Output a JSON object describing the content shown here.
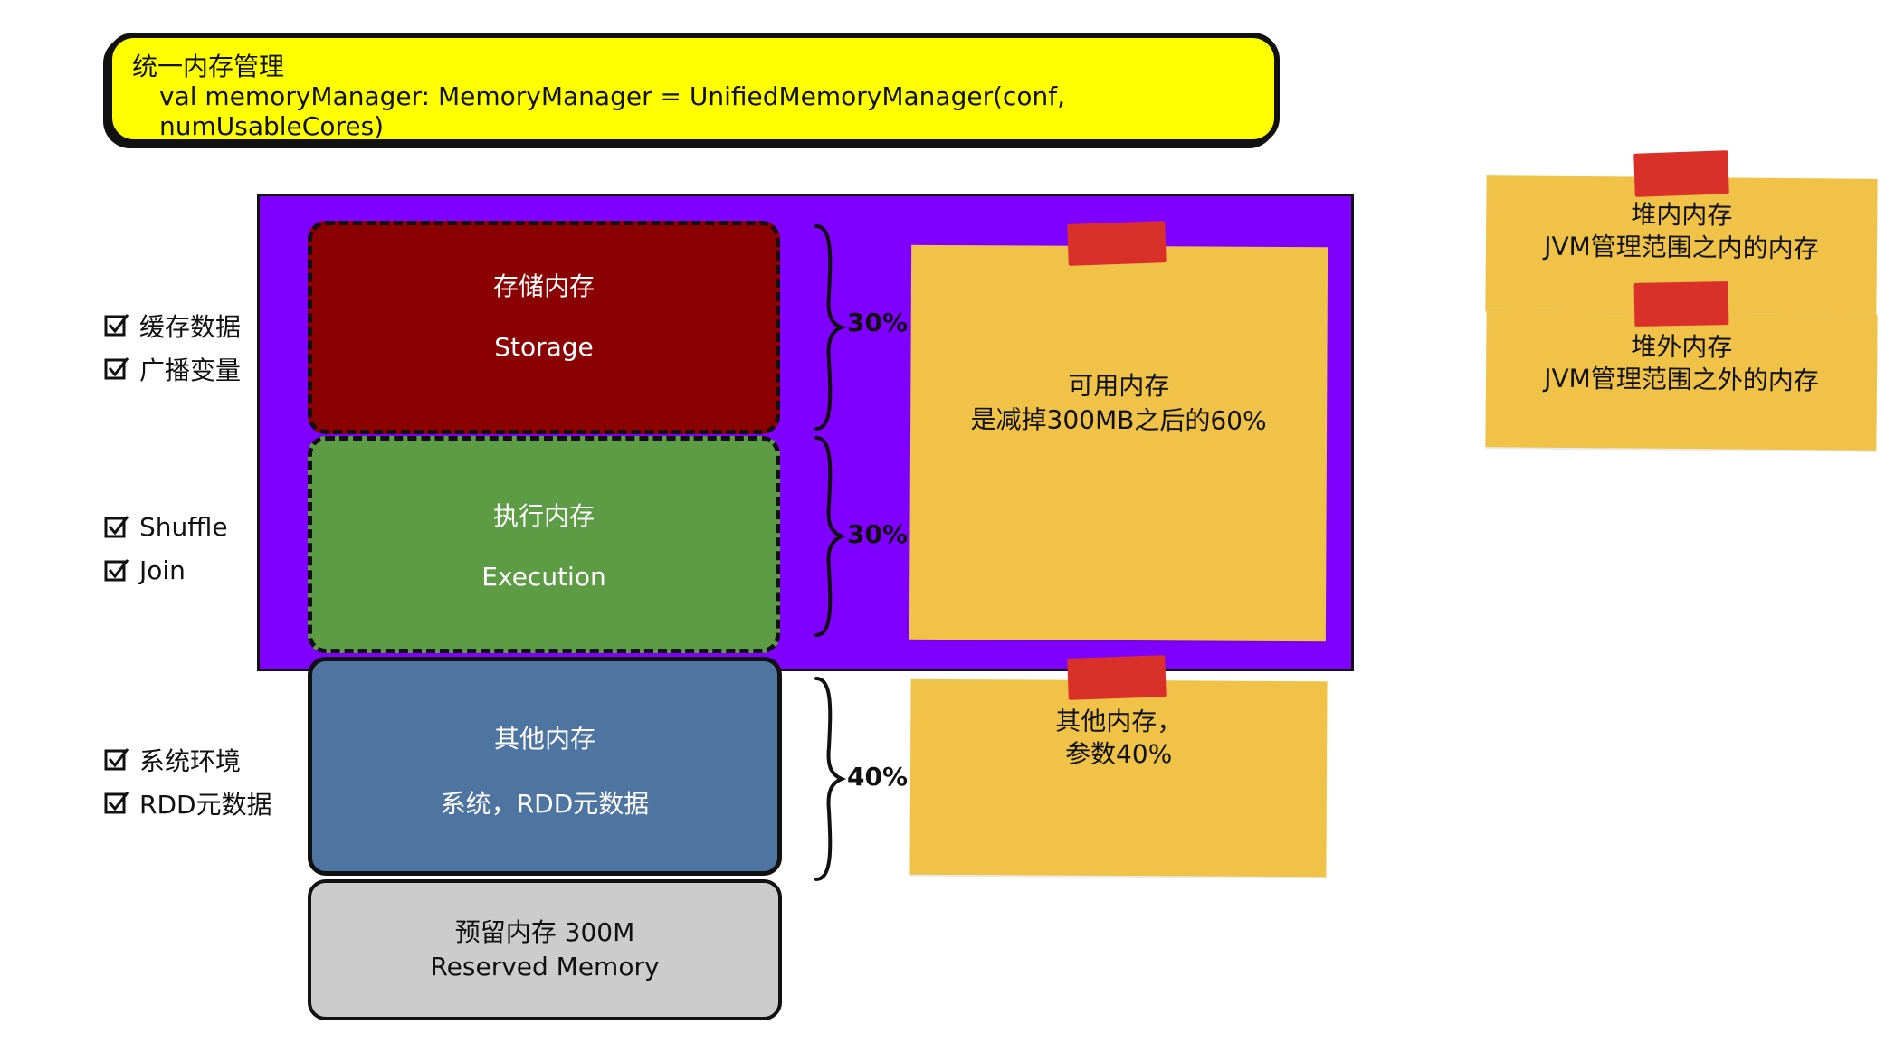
{
  "banner": {
    "title": "统一内存管理",
    "code": "val memoryManager: MemoryManager = UnifiedMemoryManager(conf, numUsableCores)"
  },
  "blocks": {
    "storage": {
      "label_cn": "存储内存",
      "label_en": "Storage"
    },
    "execution": {
      "label_cn": "执行内存",
      "label_en": "Execution"
    },
    "other": {
      "label_cn": "其他内存",
      "label_desc": "系统，RDD元数据"
    },
    "reserved": {
      "label_cn": "预留内存  300M",
      "label_en": "Reserved Memory"
    }
  },
  "percentages": {
    "storage": "30%",
    "execution": "30%",
    "other": "40%"
  },
  "notes": {
    "usable": {
      "line1": "可用内存",
      "line2": "是减掉300MB之后的60%"
    },
    "other": {
      "line1": "其他内存，",
      "line2": "参数40%"
    },
    "heap": {
      "line1": "堆内内存",
      "line2": "JVM管理范围之内的内存"
    },
    "offheap": {
      "line1": "堆外内存",
      "line2": "JVM管理范围之外的内存"
    }
  },
  "checklist": {
    "storage_uses": [
      "缓存数据",
      "广播变量"
    ],
    "execution_uses": [
      "Shuffle",
      "Join"
    ],
    "other_uses": [
      "系统环境",
      "RDD元数据"
    ]
  },
  "colors": {
    "banner": "#ffff00",
    "purple_region": "#8000ff",
    "storage": "#8b0000",
    "execution": "#5d9b45",
    "other": "#4e74a2",
    "reserved": "#cccccc",
    "sticky_note": "#f0c247",
    "tape": "#d9302a"
  }
}
